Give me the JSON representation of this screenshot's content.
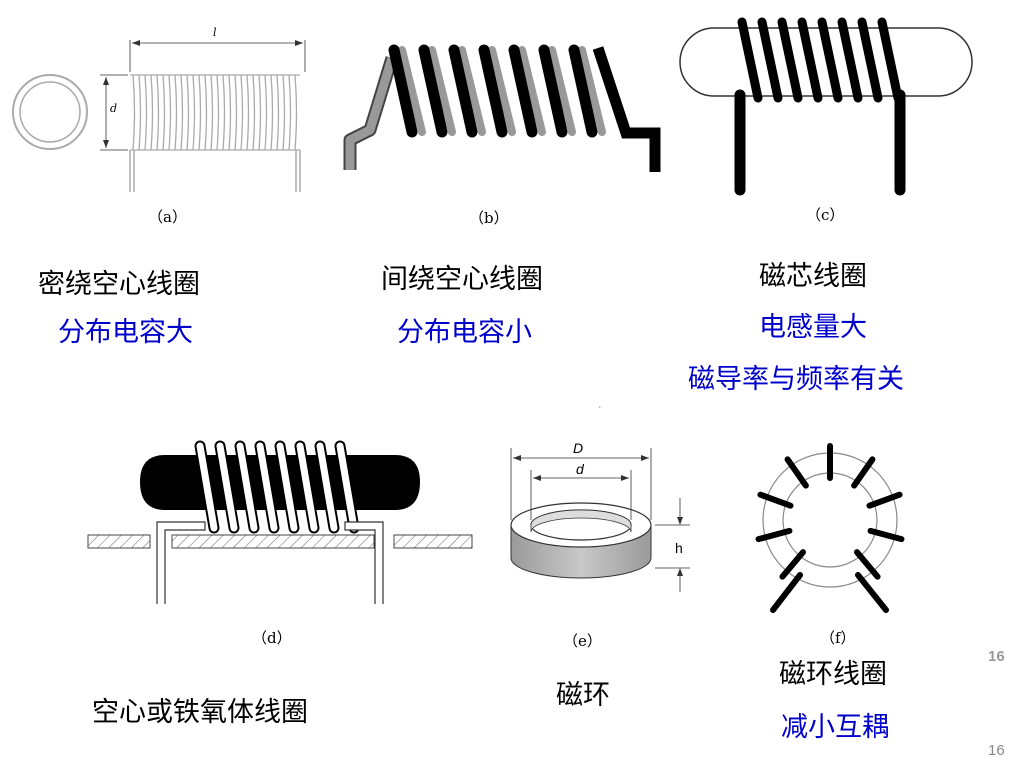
{
  "figures": {
    "a": {
      "caption": "（a）",
      "dim_l": "l",
      "dim_d": "d"
    },
    "b": {
      "caption": "（b）"
    },
    "c": {
      "caption": "（c）"
    },
    "d": {
      "caption": "（d）"
    },
    "e": {
      "caption": "（e）",
      "dim_D": "D",
      "dim_d": "d",
      "dim_h": "h"
    },
    "f": {
      "caption": "（f）"
    }
  },
  "labels": {
    "a_title": "密绕空心线圈",
    "a_note": "分布电容大",
    "b_title": "间绕空心线圈",
    "b_note": "分布电容小",
    "c_title": "磁芯线圈",
    "c_note1": "电感量大",
    "c_note2": "磁导率与频率有关",
    "d_title": "空心或铁氧体线圈",
    "e_title": "磁环",
    "f_title": "磁环线圈",
    "f_note": "减小互耦"
  },
  "page": {
    "number_top": "16",
    "number_bottom": "16"
  },
  "colors": {
    "accent_blue": "#0000cc",
    "black": "#000000",
    "gray": "#999999"
  }
}
